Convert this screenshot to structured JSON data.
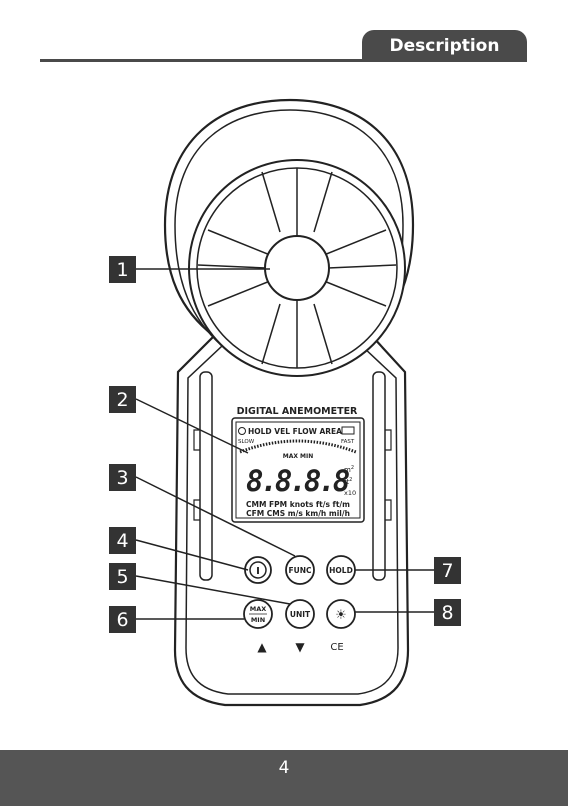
{
  "header": {
    "section_title": "Description"
  },
  "device": {
    "brand_label": "DIGITAL ANEMOMETER",
    "lcd": {
      "top_row": "HOLD VEL FLOW AREA",
      "slow": "SLOW",
      "fast": "FAST",
      "max_min": "MAX MIN",
      "digits": "8.8.8.8",
      "unit_m2": "m",
      "unit_ft2": "ft",
      "sup2": "2",
      "x10": "x10",
      "unit_row1": "CMM FPM knots ft/s ft/m",
      "unit_row2": "CFM CMS m/s km/h mil/h"
    },
    "buttons": {
      "power": "I",
      "func": "FUNC",
      "hold": "HOLD",
      "max": "MAX",
      "min": "MIN",
      "unit": "UNIT",
      "backlight": "☀"
    },
    "up_arrow": "▲",
    "down_arrow": "▼",
    "ce_mark": "CE"
  },
  "callouts": [
    "1",
    "2",
    "3",
    "4",
    "5",
    "6",
    "7",
    "8"
  ],
  "footer": {
    "page_number": "4"
  }
}
